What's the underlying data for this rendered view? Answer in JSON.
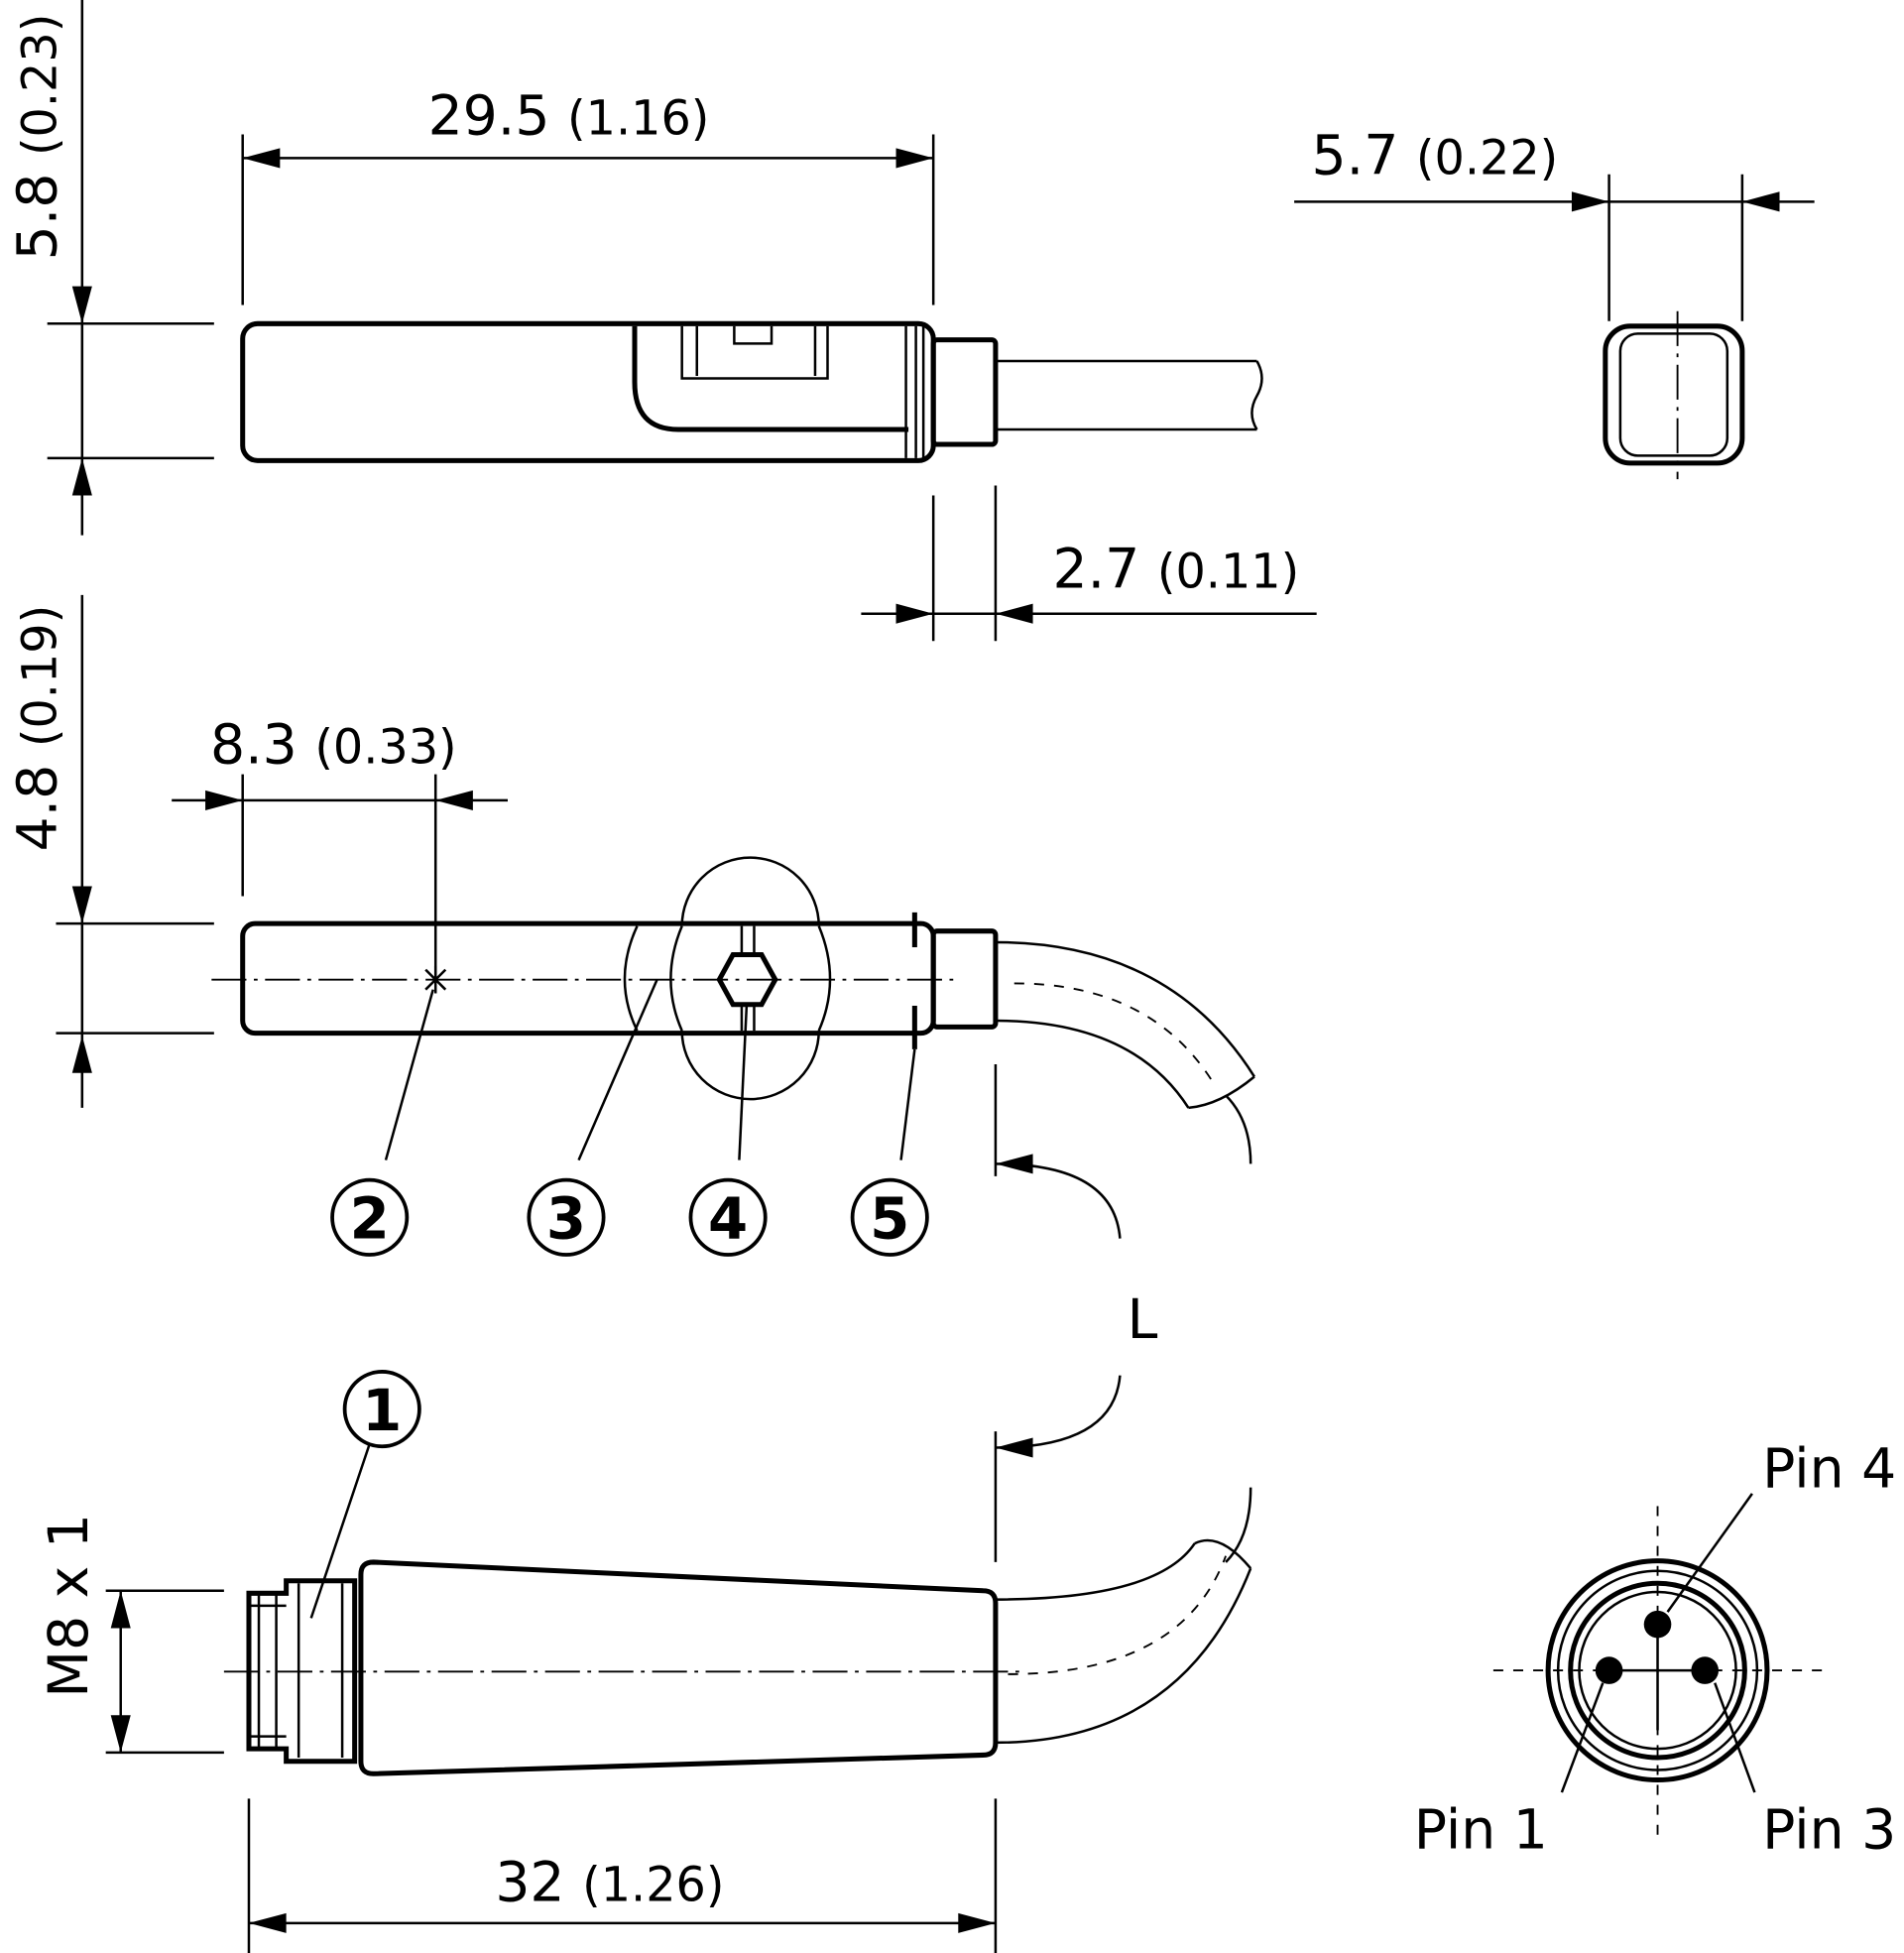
{
  "dimensions": {
    "length_top": {
      "value": "29.5",
      "inch": "(1.16)"
    },
    "height_top": {
      "value": "5.8",
      "inch": "(0.23)"
    },
    "width_end": {
      "value": "5.7",
      "inch": "(0.22)"
    },
    "connector_len": {
      "value": "2.7",
      "inch": "(0.11)"
    },
    "height_side": {
      "value": "4.8",
      "inch": "(0.19)"
    },
    "sensing_point": {
      "value": "8.3",
      "inch": "(0.33)"
    },
    "connector_total": {
      "value": "32",
      "inch": "(1.26)"
    },
    "thread": "M8 x 1",
    "cable_length": "L"
  },
  "callouts": [
    "1",
    "2",
    "3",
    "4",
    "5"
  ],
  "pins": {
    "pin4": "Pin 4",
    "pin1": "Pin 1",
    "pin3": "Pin 3"
  }
}
